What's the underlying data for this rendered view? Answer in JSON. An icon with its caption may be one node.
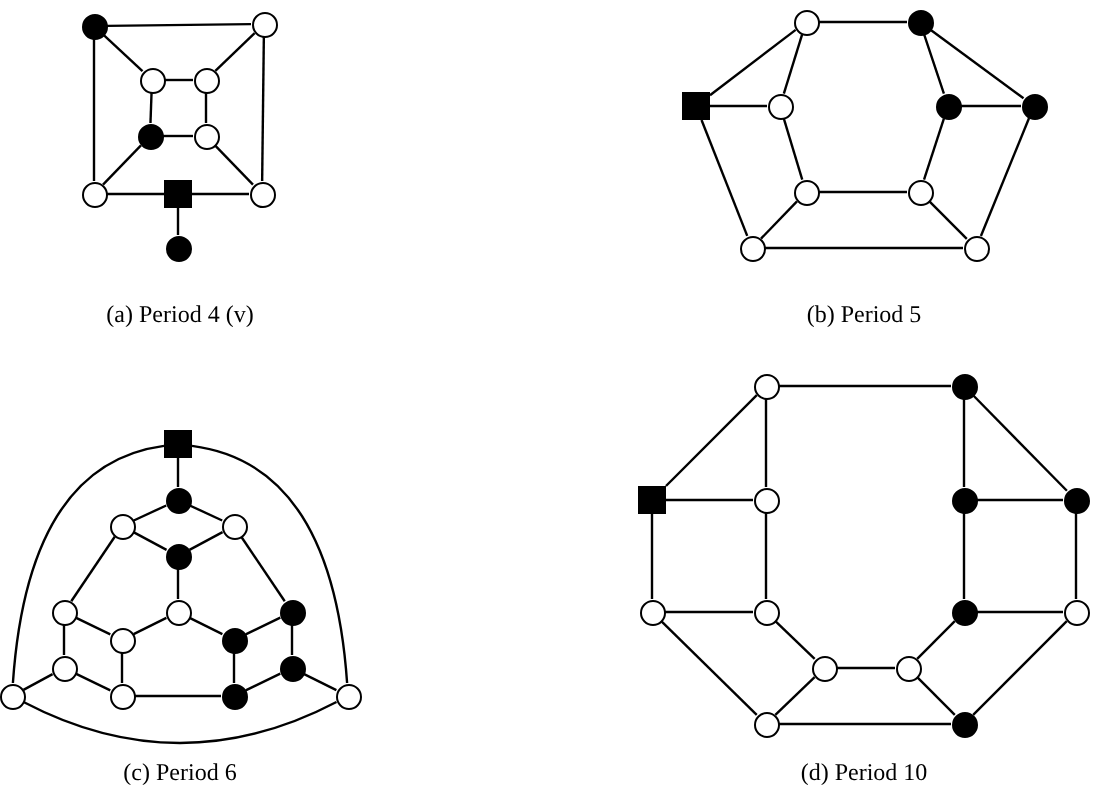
{
  "diagram": {
    "nodes": [
      {
        "text": [],
        "shape": "circle"
      },
      {
        "text": [],
        "shape": "circle"
      },
      {
        "text": [],
        "shape": "circle"
      },
      {
        "text": [],
        "shape": "circle"
      },
      {
        "text": [],
        "shape": "circle"
      },
      {
        "text": [],
        "shape": "circle"
      },
      {
        "text": [],
        "shape": "circle"
      },
      {
        "text": [],
        "shape": "box"
      },
      {
        "text": [],
        "shape": "circle"
      },
      {
        "text": [],
        "shape": "circle"
      },
      {
        "text": [],
        "shape": "circle"
      },
      {
        "text": [],
        "shape": "circle"
      },
      {
        "text": [],
        "shape": "box"
      },
      {
        "text": [],
        "shape": "circle"
      },
      {
        "text": [],
        "shape": "circle"
      },
      {
        "text": [],
        "shape": "circle"
      },
      {
        "text": [],
        "shape": "circle"
      },
      {
        "text": [],
        "shape": "circle"
      },
      {
        "text": [],
        "shape": "circle"
      },
      {
        "text": [],
        "shape": "circle"
      },
      {
        "text": [],
        "shape": "box"
      },
      {
        "text": [],
        "shape": "circle"
      },
      {
        "text": [],
        "shape": "circle"
      },
      {
        "text": [],
        "shape": "circle"
      },
      {
        "text": [],
        "shape": "circle"
      },
      {
        "text": [],
        "shape": "circle"
      },
      {
        "text": [],
        "shape": "circle"
      },
      {
        "text": [],
        "shape": "circle"
      },
      {
        "text": [],
        "shape": "circle"
      },
      {
        "text": [],
        "shape": "circle"
      },
      {
        "text": [],
        "shape": "circle"
      },
      {
        "text": [],
        "shape": "circle"
      },
      {
        "text": [],
        "shape": "circle"
      },
      {
        "text": [],
        "shape": "circle"
      },
      {
        "text": [],
        "shape": "circle"
      },
      {
        "text": [],
        "shape": "circle"
      },
      {
        "text": [],
        "shape": "circle"
      },
      {
        "text": [],
        "shape": "circle"
      },
      {
        "text": [],
        "shape": "box"
      },
      {
        "text": [],
        "shape": "circle"
      },
      {
        "text": [],
        "shape": "circle"
      },
      {
        "text": [],
        "shape": "circle"
      },
      {
        "text": [],
        "shape": "circle"
      },
      {
        "text": [],
        "shape": "circle"
      },
      {
        "text": [],
        "shape": "circle"
      },
      {
        "text": [],
        "shape": "circle"
      },
      {
        "text": [],
        "shape": "circle"
      },
      {
        "text": [],
        "shape": "circle"
      },
      {
        "text": [],
        "shape": "circle"
      },
      {
        "text": [],
        "shape": "circle"
      }
    ],
    "edges": [
      {
        "from": 0,
        "to": 1,
        "arrow": "none"
      },
      {
        "from": 0,
        "to": 2,
        "arrow": "none"
      },
      {
        "from": 0,
        "to": 6,
        "arrow": "none"
      },
      {
        "from": 1,
        "to": 3,
        "arrow": "none"
      },
      {
        "from": 1,
        "to": 8,
        "arrow": "none"
      },
      {
        "from": 2,
        "to": 3,
        "arrow": "none"
      },
      {
        "from": 2,
        "to": 4,
        "arrow": "none"
      },
      {
        "from": 3,
        "to": 5,
        "arrow": "none"
      },
      {
        "from": 4,
        "to": 5,
        "arrow": "none"
      },
      {
        "from": 4,
        "to": 6,
        "arrow": "none"
      },
      {
        "from": 5,
        "to": 8,
        "arrow": "none"
      },
      {
        "from": 6,
        "to": 7,
        "arrow": "none"
      },
      {
        "from": 7,
        "to": 8,
        "arrow": "none"
      },
      {
        "from": 7,
        "to": 9,
        "arrow": "none"
      },
      {
        "from": 10,
        "to": 11,
        "arrow": "none"
      },
      {
        "from": 10,
        "to": 12,
        "arrow": "none"
      },
      {
        "from": 10,
        "to": 13,
        "arrow": "none"
      },
      {
        "from": 11,
        "to": 14,
        "arrow": "none"
      },
      {
        "from": 11,
        "to": 15,
        "arrow": "none"
      },
      {
        "from": 12,
        "to": 13,
        "arrow": "none"
      },
      {
        "from": 12,
        "to": 18,
        "arrow": "none"
      },
      {
        "from": 13,
        "to": 16,
        "arrow": "none"
      },
      {
        "from": 14,
        "to": 15,
        "arrow": "none"
      },
      {
        "from": 14,
        "to": 17,
        "arrow": "none"
      },
      {
        "from": 15,
        "to": 19,
        "arrow": "none"
      },
      {
        "from": 16,
        "to": 17,
        "arrow": "none"
      },
      {
        "from": 16,
        "to": 18,
        "arrow": "none"
      },
      {
        "from": 17,
        "to": 19,
        "arrow": "none"
      },
      {
        "from": 18,
        "to": 19,
        "arrow": "none"
      },
      {
        "from": 20,
        "to": 21,
        "arrow": "none"
      },
      {
        "from": 21,
        "to": 22,
        "arrow": "none"
      },
      {
        "from": 21,
        "to": 23,
        "arrow": "none"
      },
      {
        "from": 22,
        "to": 24,
        "arrow": "none"
      },
      {
        "from": 23,
        "to": 24,
        "arrow": "none"
      },
      {
        "from": 22,
        "to": 25,
        "arrow": "none"
      },
      {
        "from": 23,
        "to": 27,
        "arrow": "none"
      },
      {
        "from": 24,
        "to": 26,
        "arrow": "none"
      },
      {
        "from": 25,
        "to": 28,
        "arrow": "none"
      },
      {
        "from": 26,
        "to": 28,
        "arrow": "none"
      },
      {
        "from": 26,
        "to": 29,
        "arrow": "none"
      },
      {
        "from": 27,
        "to": 29,
        "arrow": "none"
      },
      {
        "from": 27,
        "to": 31,
        "arrow": "none"
      },
      {
        "from": 25,
        "to": 30,
        "arrow": "none"
      },
      {
        "from": 28,
        "to": 33,
        "arrow": "none"
      },
      {
        "from": 29,
        "to": 34,
        "arrow": "none"
      },
      {
        "from": 30,
        "to": 32,
        "arrow": "none"
      },
      {
        "from": 30,
        "to": 33,
        "arrow": "none"
      },
      {
        "from": 33,
        "to": 34,
        "arrow": "none"
      },
      {
        "from": 34,
        "to": 31,
        "arrow": "none"
      },
      {
        "from": 31,
        "to": 35,
        "arrow": "none"
      },
      {
        "from": 20,
        "to": 32,
        "arrow": "none"
      },
      {
        "from": 20,
        "to": 35,
        "arrow": "none"
      },
      {
        "from": 32,
        "to": 35,
        "arrow": "none"
      },
      {
        "from": 36,
        "to": 37,
        "arrow": "none"
      },
      {
        "from": 36,
        "to": 38,
        "arrow": "none"
      },
      {
        "from": 36,
        "to": 39,
        "arrow": "none"
      },
      {
        "from": 37,
        "to": 40,
        "arrow": "none"
      },
      {
        "from": 37,
        "to": 41,
        "arrow": "none"
      },
      {
        "from": 38,
        "to": 39,
        "arrow": "none"
      },
      {
        "from": 38,
        "to": 42,
        "arrow": "none"
      },
      {
        "from": 39,
        "to": 43,
        "arrow": "none"
      },
      {
        "from": 40,
        "to": 41,
        "arrow": "none"
      },
      {
        "from": 40,
        "to": 44,
        "arrow": "none"
      },
      {
        "from": 41,
        "to": 45,
        "arrow": "none"
      },
      {
        "from": 42,
        "to": 43,
        "arrow": "none"
      },
      {
        "from": 42,
        "to": 48,
        "arrow": "none"
      },
      {
        "from": 43,
        "to": 46,
        "arrow": "none"
      },
      {
        "from": 46,
        "to": 47,
        "arrow": "none"
      },
      {
        "from": 47,
        "to": 44,
        "arrow": "none"
      },
      {
        "from": 47,
        "to": 49,
        "arrow": "none"
      },
      {
        "from": 44,
        "to": 45,
        "arrow": "none"
      },
      {
        "from": 45,
        "to": 49,
        "arrow": "none"
      },
      {
        "from": 46,
        "to": 48,
        "arrow": "none"
      },
      {
        "from": 48,
        "to": 49,
        "arrow": "none"
      }
    ],
    "labels": [
      "(a) Period 4 (v)",
      "(b) Period 5",
      "(c) Period 6",
      "(d) Period 10"
    ]
  }
}
